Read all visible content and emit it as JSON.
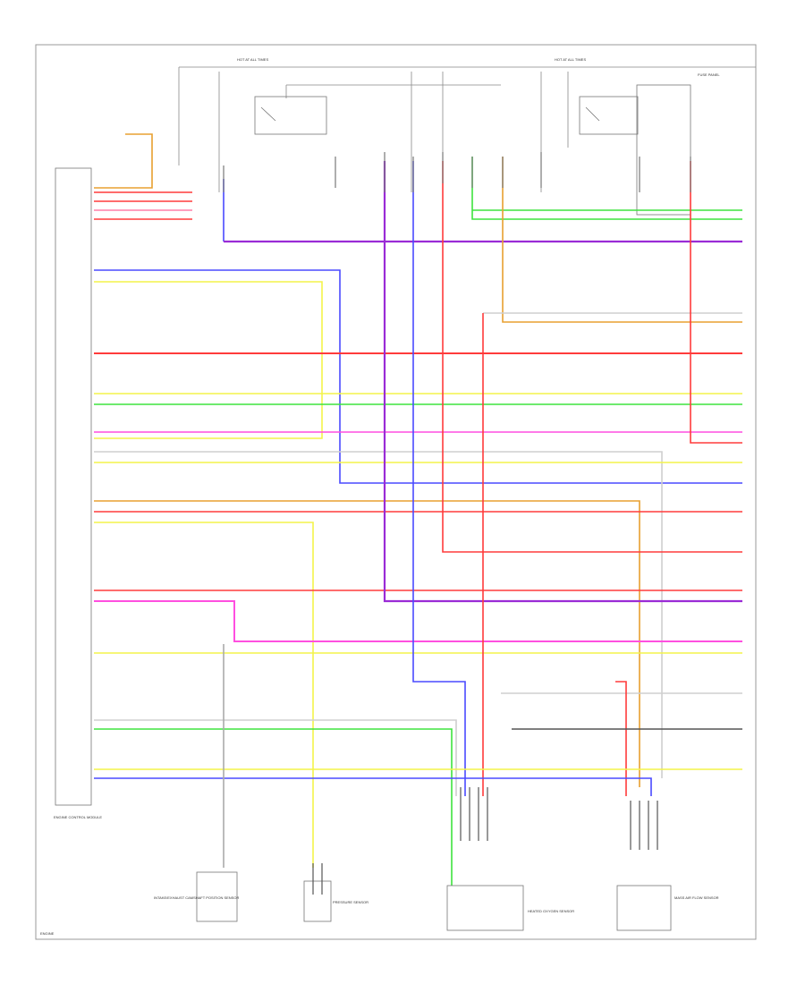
{
  "diagram": {
    "top_labels": {
      "hot_left": "HOT AT ALL TIMES",
      "hot_right": "HOT AT ALL TIMES",
      "fuse_box": "FUSE PANEL"
    },
    "module_main": "ENGINE CONTROL MODULE",
    "component_labels": {
      "left_sensor": "INTAKE/EXHAUST CAMSHAFT POSITION SENSOR",
      "center_sensor": "PRESSURE SENSOR",
      "right_sensor": "HEATED OXYGEN SENSOR",
      "far_right": "MASS AIR FLOW SENSOR"
    },
    "page_id": "ENGINE"
  },
  "colors": {
    "red": "#ff3b3b",
    "pink": "#ff4fe0",
    "green": "#3ee33e",
    "yellow": "#f3f34a",
    "blue": "#4a4aff",
    "purple": "#9a2bd6",
    "orange": "#e8a030",
    "grey": "#8c8c8c",
    "black": "#333333",
    "lightgrey": "#cfcfcf"
  }
}
